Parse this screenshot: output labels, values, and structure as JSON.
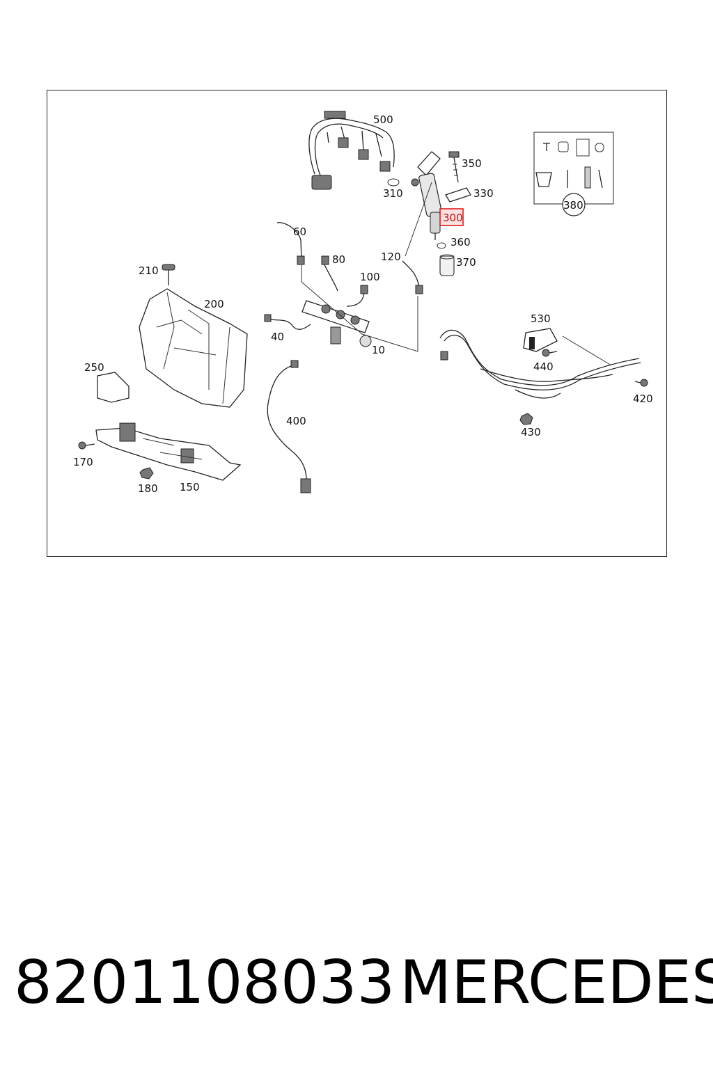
{
  "diagram": {
    "labels": {
      "l10": "10",
      "l40": "40",
      "l60": "60",
      "l80": "80",
      "l100": "100",
      "l120": "120",
      "l150": "150",
      "l170": "170",
      "l180": "180",
      "l200": "200",
      "l210": "210",
      "l250": "250",
      "l300": "300",
      "l310": "310",
      "l330": "330",
      "l350": "350",
      "l360": "360",
      "l370": "370",
      "l380": "380",
      "l400": "400",
      "l420": "420",
      "l430": "430",
      "l440": "440",
      "l500": "500",
      "l530": "530"
    },
    "highlighted_part": "300",
    "highlight_color": "#e01b1b"
  },
  "footer": {
    "part_number": "8201108033",
    "brand": "MERCEDES"
  }
}
